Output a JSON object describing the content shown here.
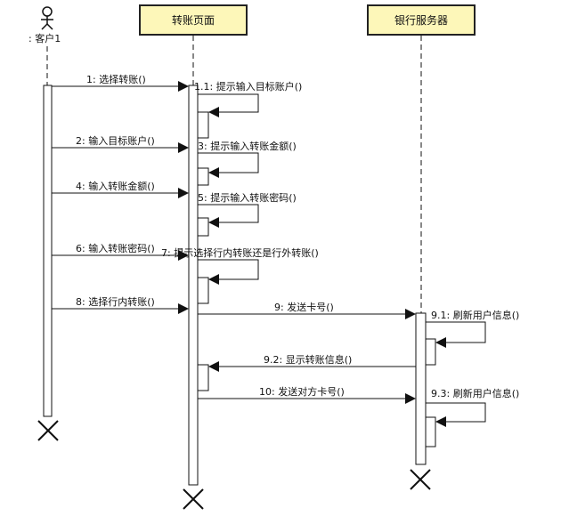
{
  "actor": {
    "name": ": 客户1"
  },
  "lifelines": [
    {
      "label": "转账页面"
    },
    {
      "label": "银行服务器"
    }
  ],
  "colors": {
    "header_fill": "#fdf7b9",
    "header_stroke": "#222222",
    "line": "#111111"
  },
  "messages": {
    "m1": "1: 选择转账()",
    "m1_1": "1.1: 提示输入目标账户()",
    "m2": "2: 输入目标账户()",
    "m3": "3: 提示输入转账金额()",
    "m4": "4: 输入转账金额()",
    "m5": "5: 提示输入转账密码()",
    "m6": "6: 输入转账密码()",
    "m7": "7: 提示选择行内转账还是行外转账()",
    "m8": "8: 选择行内转账()",
    "m9": "9: 发送卡号()",
    "m9_1": "9.1: 刷新用户信息()",
    "m9_2": "9.2: 显示转账信息()",
    "m10": "10: 发送对方卡号()",
    "m9_3": "9.3: 刷新用户信息()"
  }
}
